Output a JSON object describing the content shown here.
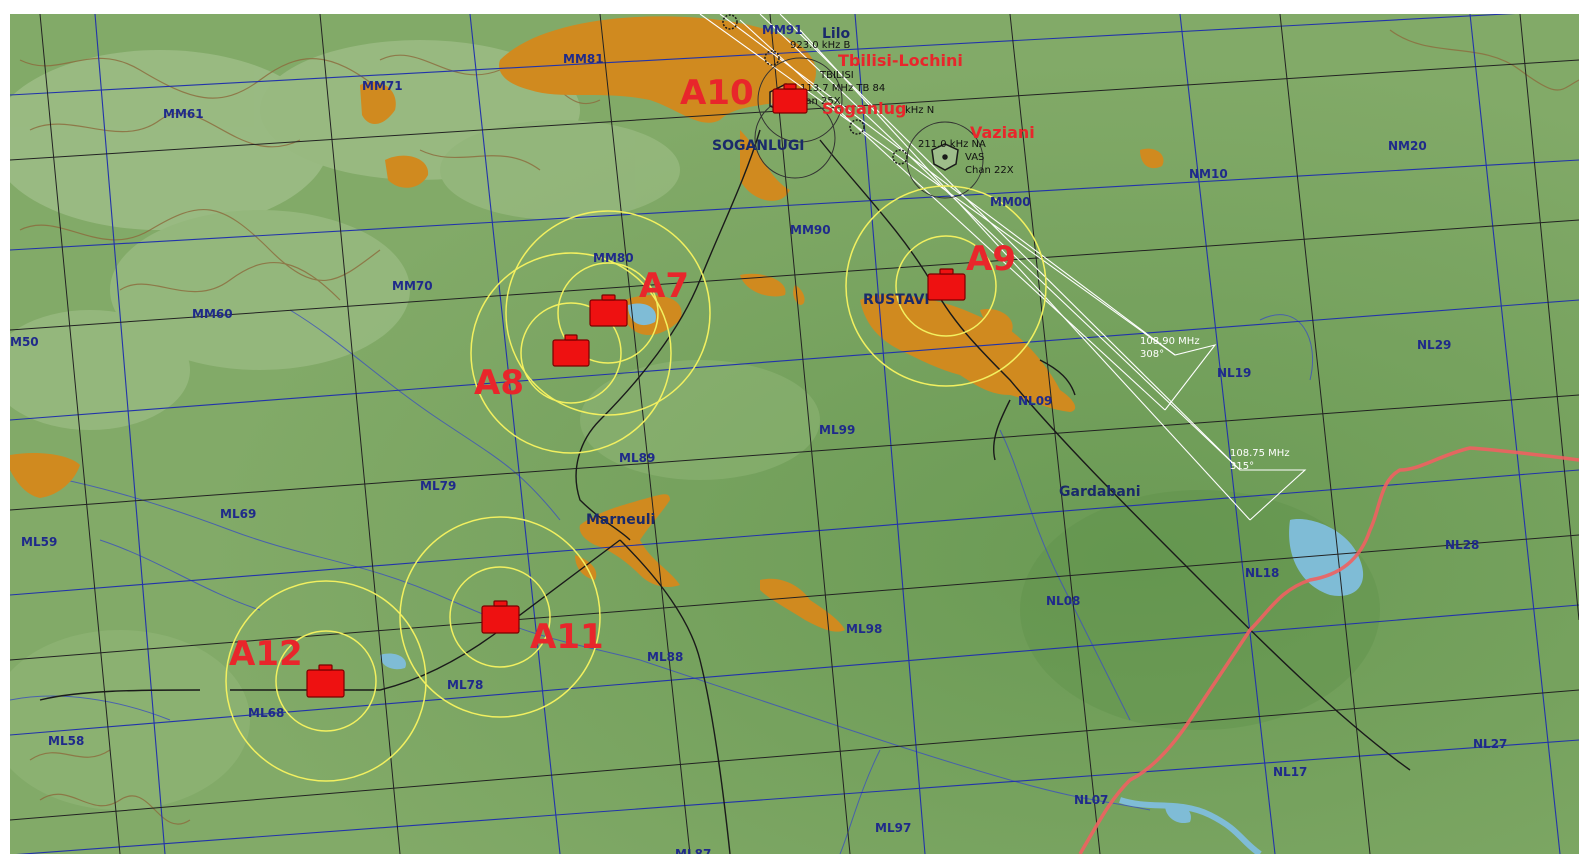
{
  "map": {
    "colors": {
      "terrain": "#7fa766",
      "terrain_dark": "#6c9a55",
      "urban": "#d08a1f",
      "water": "#7fbcd6",
      "grid_blue": "#2233aa",
      "grid_black": "#222222",
      "border": "#f06060",
      "target_red": "#ee1111",
      "label_red": "#e8262b",
      "ring_yellow": "#f2f060"
    },
    "grid_squares": [
      {
        "id": "gs-mm91",
        "label": "MM91"
      },
      {
        "id": "gs-mm81",
        "label": "MM81"
      },
      {
        "id": "gs-mm71",
        "label": "MM71"
      },
      {
        "id": "gs-mm61",
        "label": "MM61"
      },
      {
        "id": "gs-mm90",
        "label": "MM90"
      },
      {
        "id": "gs-mm80",
        "label": "MM80"
      },
      {
        "id": "gs-mm70",
        "label": "MM70"
      },
      {
        "id": "gs-mm60",
        "label": "MM60"
      },
      {
        "id": "gs-mm50",
        "label": "M50"
      },
      {
        "id": "gs-mm00",
        "label": "MM00"
      },
      {
        "id": "gs-nm10",
        "label": "NM10"
      },
      {
        "id": "gs-nm20",
        "label": "NM20"
      },
      {
        "id": "gs-nl29",
        "label": "NL29"
      },
      {
        "id": "gs-nl19",
        "label": "NL19"
      },
      {
        "id": "gs-nl09",
        "label": "NL09"
      },
      {
        "id": "gs-ml99",
        "label": "ML99"
      },
      {
        "id": "gs-ml89",
        "label": "ML89"
      },
      {
        "id": "gs-ml79",
        "label": "ML79"
      },
      {
        "id": "gs-ml69",
        "label": "ML69"
      },
      {
        "id": "gs-ml59",
        "label": "ML59"
      },
      {
        "id": "gs-nl28",
        "label": "NL28"
      },
      {
        "id": "gs-nl18",
        "label": "NL18"
      },
      {
        "id": "gs-nl08",
        "label": "NL08"
      },
      {
        "id": "gs-ml98",
        "label": "ML98"
      },
      {
        "id": "gs-ml88",
        "label": "ML88"
      },
      {
        "id": "gs-ml78",
        "label": "ML78"
      },
      {
        "id": "gs-ml68",
        "label": "ML68"
      },
      {
        "id": "gs-ml58",
        "label": "ML58"
      },
      {
        "id": "gs-nl27",
        "label": "NL27"
      },
      {
        "id": "gs-nl17",
        "label": "NL17"
      },
      {
        "id": "gs-nl07",
        "label": "NL07"
      },
      {
        "id": "gs-ml97",
        "label": "ML97"
      },
      {
        "id": "gs-ml87",
        "label": "ML87"
      }
    ],
    "towns": {
      "lilo": "Lilo",
      "soganlugi": "SOGANLUGI",
      "rustavi": "RUSTAVI",
      "gardabani": "Gardabani",
      "marneuli": "Marneuli"
    },
    "airfields": {
      "lochini": "Tbilisi-Lochini",
      "soganlug": "Soganlug",
      "vaziani": "Vaziani"
    },
    "navaids": {
      "lilo_ndb": "923.0 kHz B",
      "tbilisi_name": "TBILISI",
      "tbilisi_vor": "113.7 MHz TB 84",
      "tbilisi_chan": "Chan 25X",
      "soganlug_ndb": "kHz N",
      "vaziani_ndb": "211.0 kHz NA",
      "vaziani_vas": "VAS",
      "vaziani_chan": "Chan 22X",
      "ils_1_freq": "108.90 MHz",
      "ils_1_crs": "308°",
      "ils_2_freq": "108.75 MHz",
      "ils_2_crs": "315°"
    },
    "targets": {
      "a7": "A7",
      "a8": "A8",
      "a9": "A9",
      "a10": "A10",
      "a11": "A11",
      "a12": "A12"
    }
  }
}
